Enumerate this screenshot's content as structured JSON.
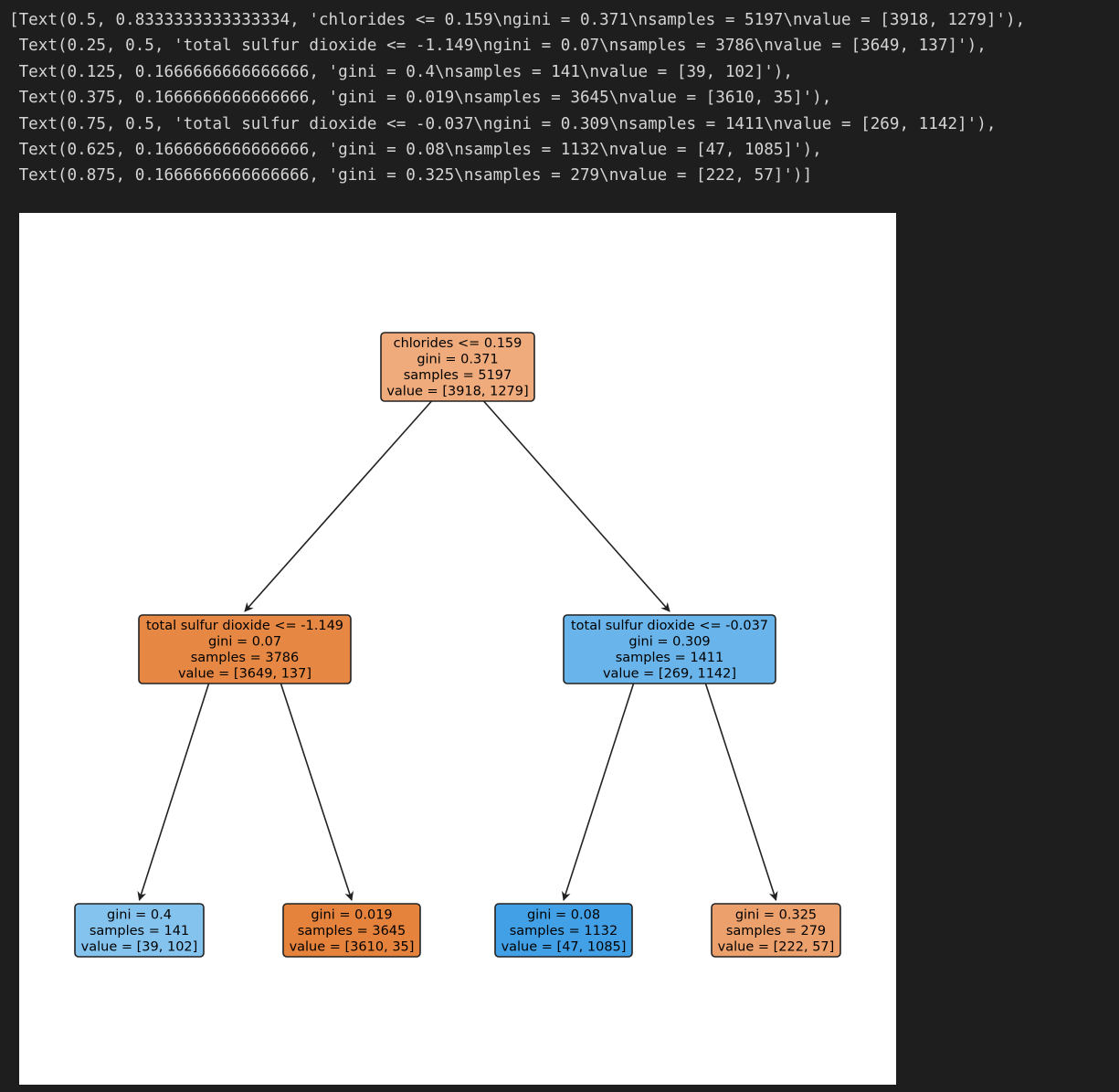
{
  "text_output": {
    "lines": [
      "[Text(0.5, 0.8333333333333334, 'chlorides <= 0.159\\ngini = 0.371\\nsamples = 5197\\nvalue = [3918, 1279]'),",
      " Text(0.25, 0.5, 'total sulfur dioxide <= -1.149\\ngini = 0.07\\nsamples = 3786\\nvalue = [3649, 137]'),",
      " Text(0.125, 0.1666666666666666, 'gini = 0.4\\nsamples = 141\\nvalue = [39, 102]'),",
      " Text(0.375, 0.1666666666666666, 'gini = 0.019\\nsamples = 3645\\nvalue = [3610, 35]'),",
      " Text(0.75, 0.5, 'total sulfur dioxide <= -0.037\\ngini = 0.309\\nsamples = 1411\\nvalue = [269, 1142]'),",
      " Text(0.625, 0.1666666666666666, 'gini = 0.08\\nsamples = 1132\\nvalue = [47, 1085]'),",
      " Text(0.875, 0.1666666666666666, 'gini = 0.325\\nsamples = 279\\nvalue = [222, 57]')]"
    ]
  },
  "tree": {
    "nodes": [
      {
        "id": "root",
        "lines": [
          "chlorides <= 0.159",
          "gini = 0.371",
          "samples = 5197",
          "value = [3918, 1279]"
        ],
        "fill": "#f0ab7c"
      },
      {
        "id": "left",
        "lines": [
          "total sulfur dioxide <= -1.149",
          "gini = 0.07",
          "samples = 3786",
          "value = [3649, 137]"
        ],
        "fill": "#e68843"
      },
      {
        "id": "right",
        "lines": [
          "total sulfur dioxide <= -0.037",
          "gini = 0.309",
          "samples = 1411",
          "value = [269, 1142]"
        ],
        "fill": "#68b4eb"
      },
      {
        "id": "ll",
        "lines": [
          "gini = 0.4",
          "samples = 141",
          "value = [39, 102]"
        ],
        "fill": "#85c3ef"
      },
      {
        "id": "lr",
        "lines": [
          "gini = 0.019",
          "samples = 3645",
          "value = [3610, 35]"
        ],
        "fill": "#e5823b"
      },
      {
        "id": "rl",
        "lines": [
          "gini = 0.08",
          "samples = 1132",
          "value = [47, 1085]"
        ],
        "fill": "#42a1e6"
      },
      {
        "id": "rr",
        "lines": [
          "gini = 0.325",
          "samples = 279",
          "value = [222, 57]"
        ],
        "fill": "#eca16c"
      }
    ],
    "edges": [
      {
        "from": "root",
        "to": "left"
      },
      {
        "from": "root",
        "to": "right"
      },
      {
        "from": "left",
        "to": "ll"
      },
      {
        "from": "left",
        "to": "lr"
      },
      {
        "from": "right",
        "to": "rl"
      },
      {
        "from": "right",
        "to": "rr"
      }
    ]
  }
}
